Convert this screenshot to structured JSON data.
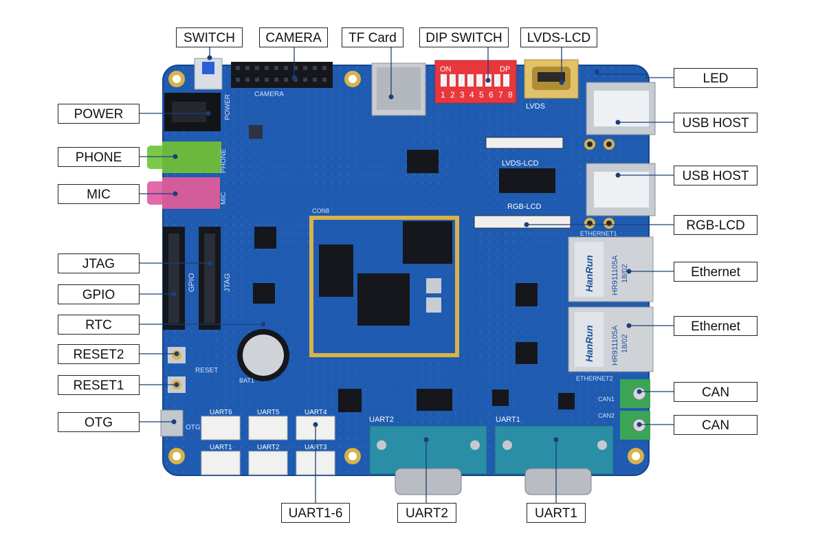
{
  "labels": {
    "switch": "SWITCH",
    "camera": "CAMERA",
    "tf_card": "TF Card",
    "dip_switch": "DIP SWITCH",
    "lvds_lcd": "LVDS-LCD",
    "led": "LED",
    "usb_host_1": "USB HOST",
    "usb_host_2": "USB HOST",
    "rgb_lcd": "RGB-LCD",
    "ethernet_1": "Ethernet",
    "ethernet_2": "Ethernet",
    "can_1": "CAN",
    "can_2": "CAN",
    "power": "POWER",
    "phone": "PHONE",
    "mic": "MIC",
    "jtag": "JTAG",
    "gpio": "GPIO",
    "rtc": "RTC",
    "reset2": "RESET2",
    "reset1": "RESET1",
    "otg": "OTG",
    "uart1_6": "UART1-6",
    "uart2": "UART2",
    "uart1": "UART1"
  },
  "silkscreen": {
    "uart6": "UART6",
    "uart5": "UART5",
    "uart4": "UART4",
    "uart1": "UART1",
    "uart2": "UART2",
    "uart3": "UART3",
    "uart2_port": "UART2",
    "uart1_port": "UART1",
    "ethernet1": "ETHERNET1",
    "ethernet2": "ETHERNET2",
    "hanrun": "HanRun",
    "hr_part": "HR911105A",
    "hr_date": "18/02",
    "lvds": "LVDS",
    "lvds_lcd": "LVDS-LCD",
    "rgb_lcd": "RGB-LCD",
    "camera": "CAMERA",
    "reset": "RESET",
    "can1": "CAN1",
    "can2": "CAN2",
    "dip_on": "ON",
    "dip_dp": "DP",
    "dip_numbers": "1 2 3 4 5 6 7 8",
    "jtag": "JTAG",
    "gpio": "GPIO",
    "power": "POWER",
    "phone": "PHONE",
    "mic": "MIC",
    "con8": "CON8",
    "otg": "OTG",
    "bat1": "BAT1"
  },
  "colors": {
    "pcb": "#1f5bb0",
    "pcb_dark": "#16498f",
    "gold": "#d9b24a",
    "callout_border": "#222222",
    "leader": "#1b3f7a",
    "dip_red": "#e8383d",
    "db9_teal": "#2a8ea6",
    "can_green": "#3aa655",
    "phone_green": "#7cc84a",
    "mic_pink": "#e26aa9",
    "switch_blue": "#2b5fd9"
  }
}
